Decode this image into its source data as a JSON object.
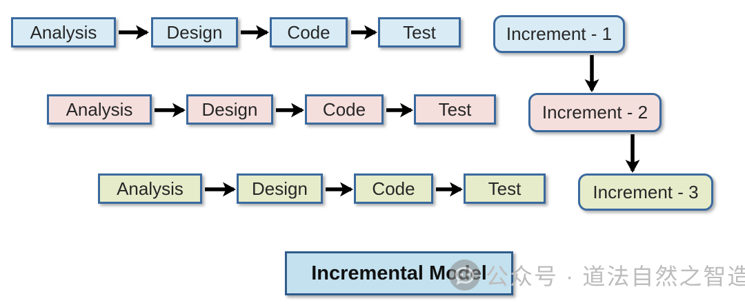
{
  "diagram": {
    "title": "Incremental Model",
    "rows": [
      {
        "steps": [
          "Analysis",
          "Design",
          "Code",
          "Test"
        ],
        "increment": "Increment - 1",
        "fill": "#d9ecf5"
      },
      {
        "steps": [
          "Analysis",
          "Design",
          "Code",
          "Test"
        ],
        "increment": "Increment - 2",
        "fill": "#f5dfdd"
      },
      {
        "steps": [
          "Analysis",
          "Design",
          "Code",
          "Test"
        ],
        "increment": "Increment - 3",
        "fill": "#e6ecca"
      }
    ],
    "colors": {
      "box_border": "#3a699e",
      "arrow": "#000000",
      "title_fill": "#c3e1ef",
      "title_border": "#2e5c8c",
      "row1_fill": "#d9ecf5",
      "row2_fill": "#f5dfdd",
      "row3_fill": "#e6ecca"
    }
  },
  "watermark": {
    "icon": "wechat-official-account-icon",
    "text": "公众号 · 道法自然之智造",
    "color": "#bcbcbc"
  }
}
